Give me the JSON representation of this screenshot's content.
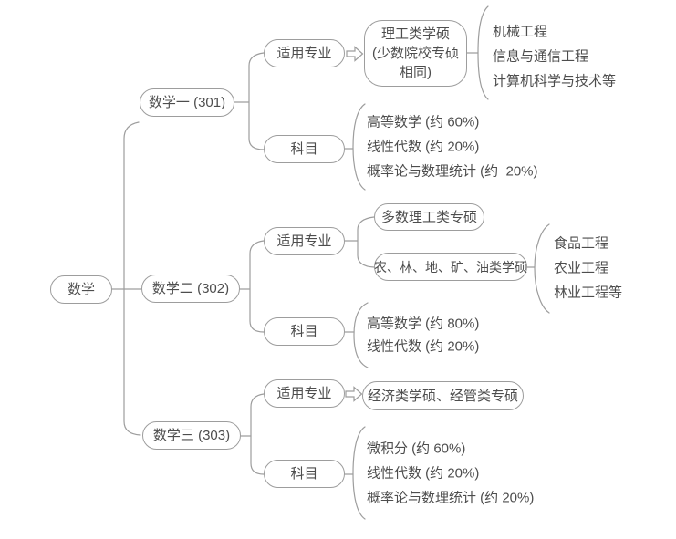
{
  "diagram": {
    "title_semantic": "考研数学科目结构图",
    "colors": {
      "background": "#ffffff",
      "line": "#9d9d9d",
      "text": "#4d4d4d"
    },
    "root": {
      "label": "数学"
    },
    "branches": [
      {
        "name": "数学一 (301)",
        "applicable_label": "适用专业",
        "applicable_target_lines": [
          "理工类学硕",
          "(少数院校专硕",
          "相同)"
        ],
        "examples": [
          "机械工程",
          "信息与通信工程",
          "计算机科学与技术等"
        ],
        "subjects_label": "科目",
        "subjects": [
          "高等数学 (约 60%)",
          "线性代数 (约 20%)",
          "概率论与数理统计 (约  20%)"
        ]
      },
      {
        "name": "数学二 (302)",
        "applicable_label": "适用专业",
        "applicable_targets": [
          "多数理工类专硕",
          "农、林、地、矿、油类学硕"
        ],
        "examples": [
          "食品工程",
          "农业工程",
          "林业工程等"
        ],
        "subjects_label": "科目",
        "subjects": [
          "高等数学 (约 80%)",
          "线性代数 (约 20%)"
        ]
      },
      {
        "name": "数学三 (303)",
        "applicable_label": "适用专业",
        "applicable_target": "经济类学硕、经管类专硕",
        "subjects_label": "科目",
        "subjects": [
          "微积分 (约 60%)",
          "线性代数 (约 20%)",
          "概率论与数理统计 (约 20%)"
        ]
      }
    ]
  }
}
